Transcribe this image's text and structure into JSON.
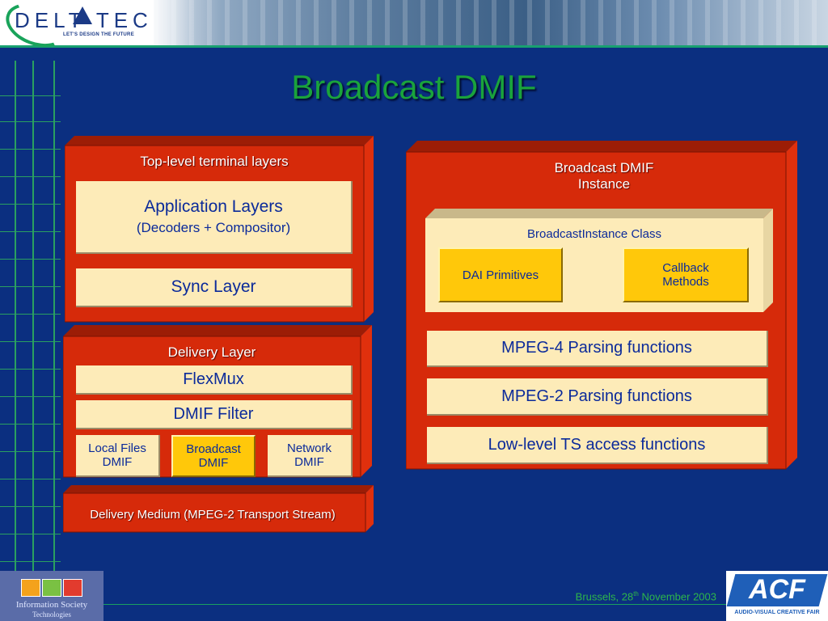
{
  "header": {
    "logo_text": "DELT   TEC",
    "tagline": "LET'S DESIGN THE FUTURE"
  },
  "title": "Broadcast DMIF",
  "left_stack": {
    "top_box": {
      "label": "Top-level terminal layers",
      "app_layers_line1": "Application Layers",
      "app_layers_line2": "(Decoders + Compositor)",
      "sync_layer": "Sync Layer"
    },
    "delivery_box": {
      "label": "Delivery Layer",
      "flexmux": "FlexMux",
      "dmif_filter": "DMIF Filter",
      "local_line1": "Local Files",
      "local_line2": "DMIF",
      "broadcast_line1": "Broadcast",
      "broadcast_line2": "DMIF",
      "network_line1": "Network",
      "network_line2": "DMIF"
    },
    "medium_box": {
      "label": "Delivery Medium (MPEG-2 Transport Stream)"
    }
  },
  "right_box": {
    "label_line1": "Broadcast DMIF",
    "label_line2": "Instance",
    "class_label": "BroadcastInstance Class",
    "dai_primitives": "DAI Primitives",
    "callback_line1": "Callback",
    "callback_line2": "Methods",
    "mpeg4": "MPEG-4 Parsing functions",
    "mpeg2": "MPEG-2 Parsing functions",
    "lowlevel": "Low-level TS access functions"
  },
  "footer": {
    "text_prefix": "Brussels, 28",
    "text_sup": "th",
    "text_suffix": " November 2003",
    "ist_logo_text_1": "Information Society",
    "ist_logo_text_2": "Technologies",
    "acf_logo_text": "ACF",
    "acf_logo_sub": "AUDIO-VISUAL CREATIVE FAIR"
  },
  "colors": {
    "background": "#0b2f80",
    "title": "#1aa33c",
    "red_box": "#d62a0a",
    "cream": "#fdebb8",
    "gold": "#ffc80a",
    "text_blue": "#0b2a9a"
  }
}
